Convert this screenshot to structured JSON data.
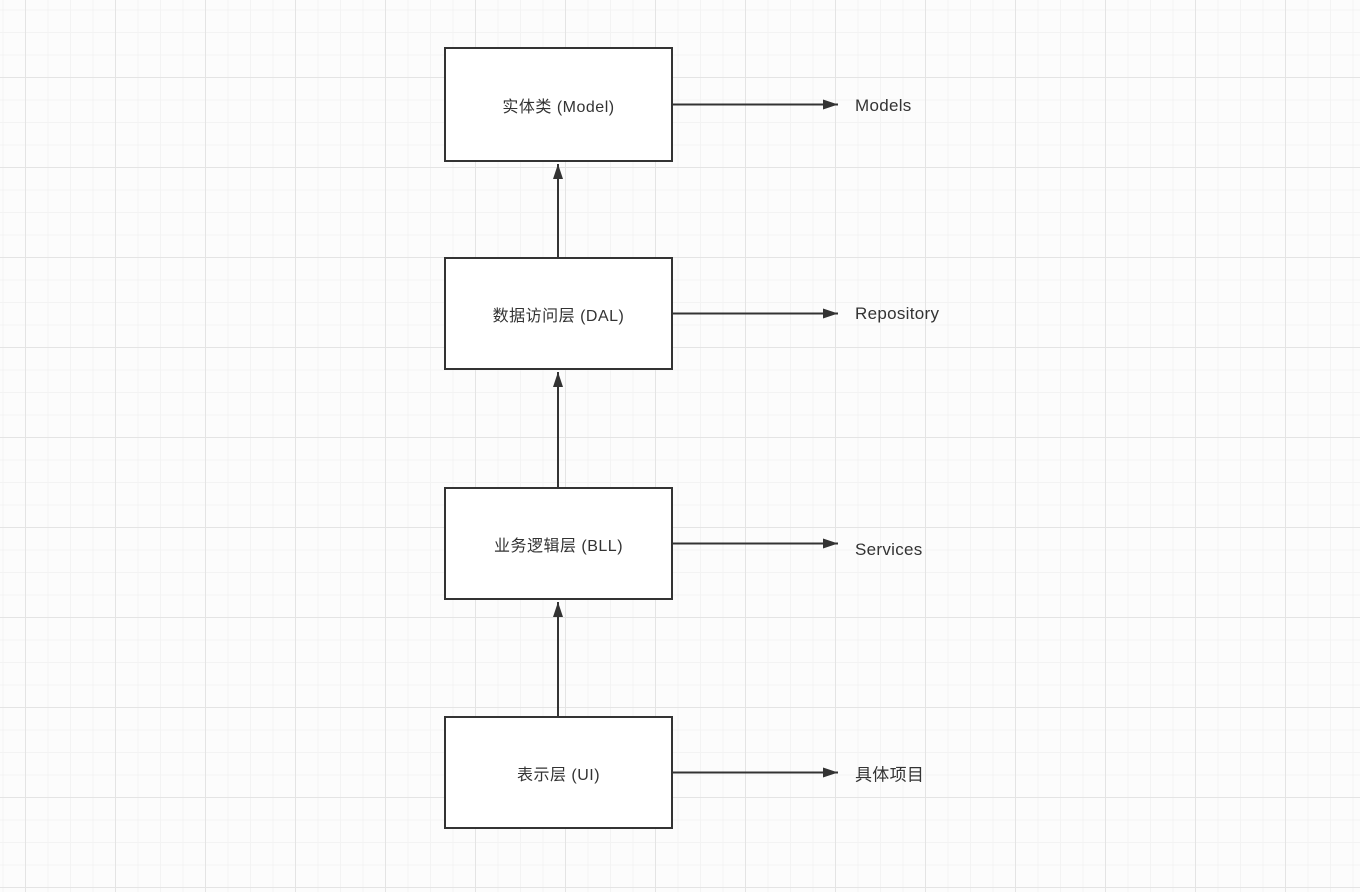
{
  "diagram": {
    "nodes": [
      {
        "id": "model",
        "label": "实体类 (Model)",
        "output_label": "Models"
      },
      {
        "id": "dal",
        "label": "数据访问层 (DAL)",
        "output_label": "Repository"
      },
      {
        "id": "bll",
        "label": "业务逻辑层 (BLL)",
        "output_label": "Services"
      },
      {
        "id": "ui",
        "label": "表示层 (UI)",
        "output_label": "具体项目"
      }
    ],
    "edges": [
      {
        "from": "ui",
        "to": "bll",
        "direction": "up"
      },
      {
        "from": "bll",
        "to": "dal",
        "direction": "up"
      },
      {
        "from": "dal",
        "to": "model",
        "direction": "up"
      },
      {
        "from": "model",
        "to": "Models",
        "direction": "right"
      },
      {
        "from": "dal",
        "to": "Repository",
        "direction": "right"
      },
      {
        "from": "bll",
        "to": "Services",
        "direction": "right"
      },
      {
        "from": "ui",
        "to": "具体项目",
        "direction": "right"
      }
    ],
    "colors": {
      "stroke": "#333333",
      "node_fill": "#ffffff",
      "canvas_background": "#fcfcfc",
      "grid_minor": "#f3f3f3",
      "grid_major": "#e4e4e4",
      "text": "#333333"
    }
  }
}
